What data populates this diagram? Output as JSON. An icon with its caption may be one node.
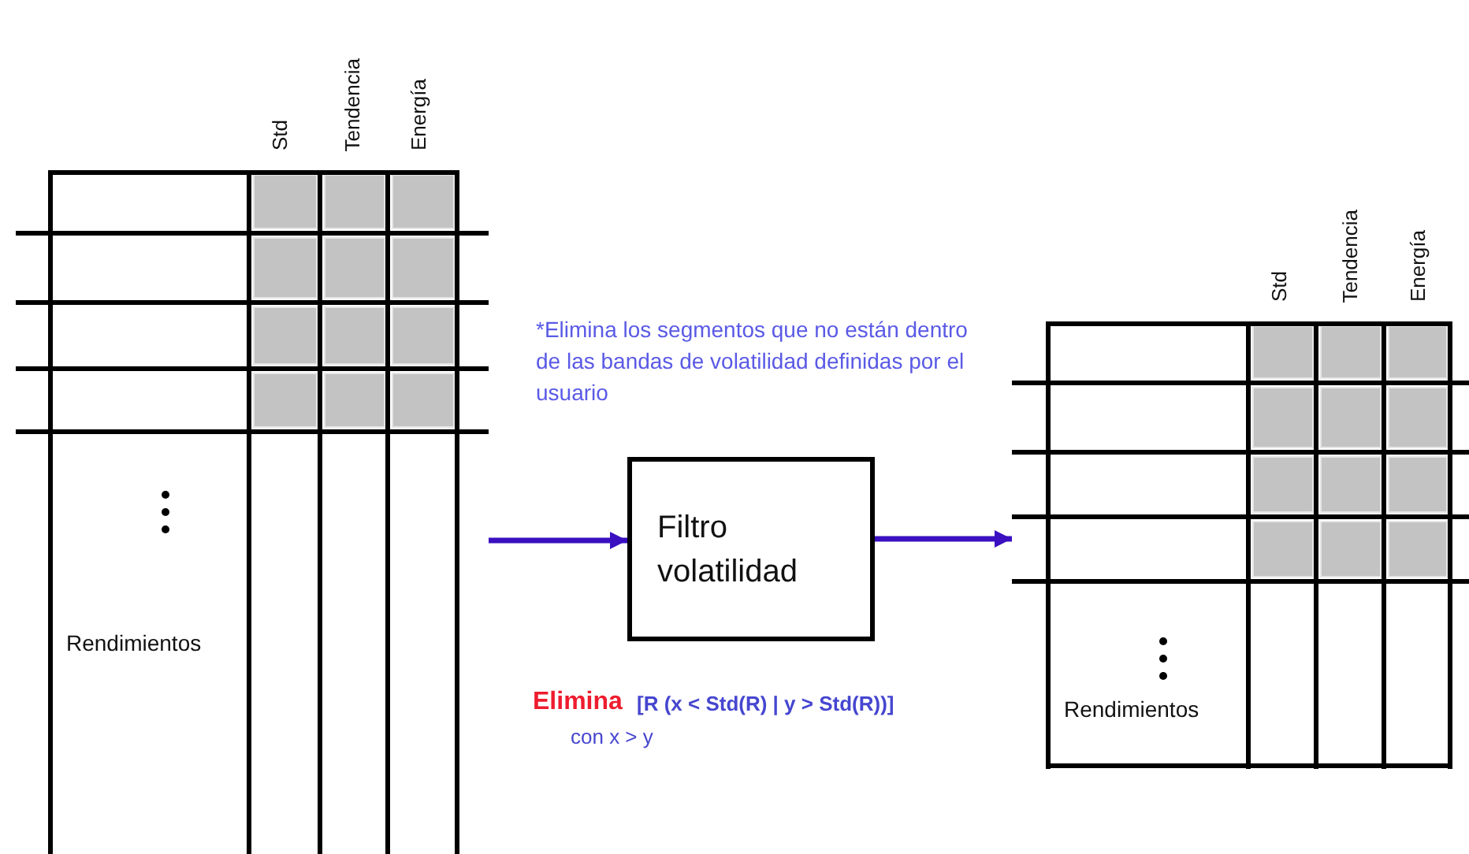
{
  "diagram": {
    "nodes": [
      {
        "text": [
          "Rendimientos"
        ],
        "beside": [
          "Std",
          "Tendencia",
          "Energía"
        ]
      },
      {
        "text": [
          "Filtro volatilidad"
        ]
      },
      {
        "text": [
          "Rendimientos"
        ],
        "beside": [
          "Std",
          "Tendencia",
          "Energía"
        ]
      }
    ],
    "edges": [
      {
        "from": 0,
        "to": 1,
        "arrow": "to",
        "color": "#3a10c0"
      },
      {
        "from": 1,
        "to": 2,
        "arrow": "to",
        "color": "#3a10c0"
      }
    ],
    "labels": [
      "*Elimina los segmentos que no están dentro de las bandas de volatilidad definidas por el usuario",
      "Elimina",
      "[R (x < Std(R) | y > Std(R))]",
      "con x > y"
    ]
  }
}
